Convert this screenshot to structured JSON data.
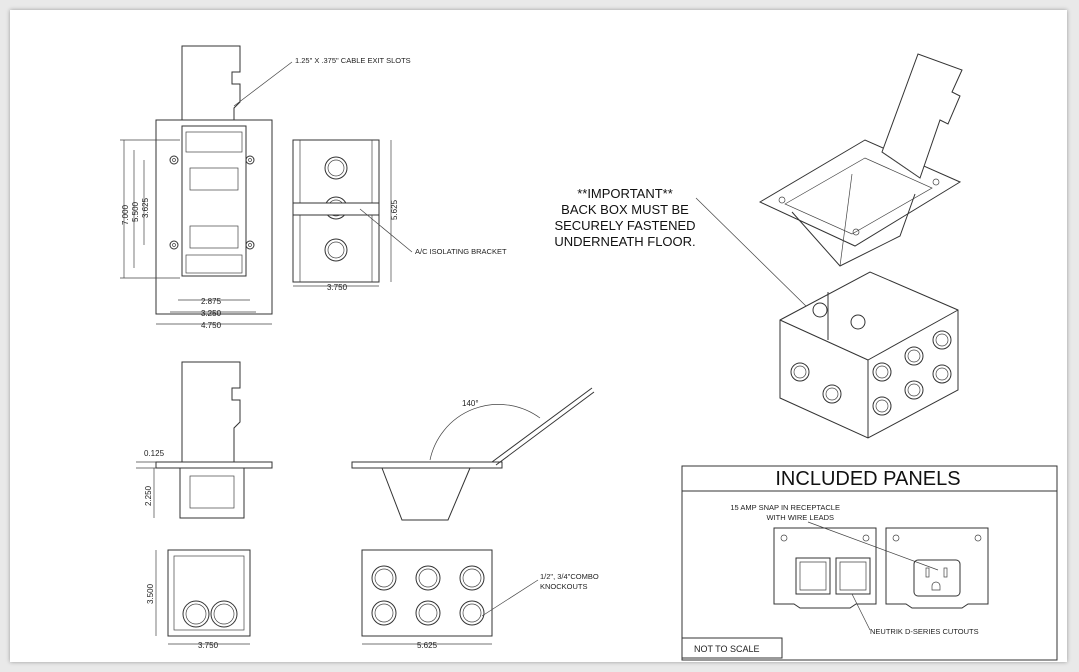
{
  "callouts": {
    "cable_exit_slots": "1.25\" X .375\" CABLE EXIT SLOTS",
    "isolating_bracket": "A/C ISOLATING BRACKET",
    "combo_knockouts_line1": "1/2\", 3/4\"COMBO",
    "combo_knockouts_line2": "KNOCKOUTS",
    "receptacle_line1": "15 AMP SNAP IN RECEPTACLE",
    "receptacle_line2": "WITH WIRE LEADS",
    "neutrik_cutouts": "NEUTRIK D-SERIES CUTOUTS"
  },
  "important": {
    "line1": "**IMPORTANT**",
    "line2": "BACK BOX MUST BE",
    "line3": "SECURELY FASTENED",
    "line4": "UNDERNEATH FLOOR."
  },
  "dimensions": {
    "top_h1": "7.000",
    "top_h2": "5.500",
    "top_h3": "3.625",
    "top_w1": "2.875",
    "top_w2": "3.250",
    "top_w3": "4.750",
    "side_h": "5.625",
    "side_w": "3.750",
    "flange": "0.125",
    "depth": "2.250",
    "end_h": "3.500",
    "end_w": "3.750",
    "long_w": "5.625",
    "angle": "140°"
  },
  "panels": {
    "title": "INCLUDED PANELS",
    "not_to_scale": "NOT TO SCALE"
  }
}
